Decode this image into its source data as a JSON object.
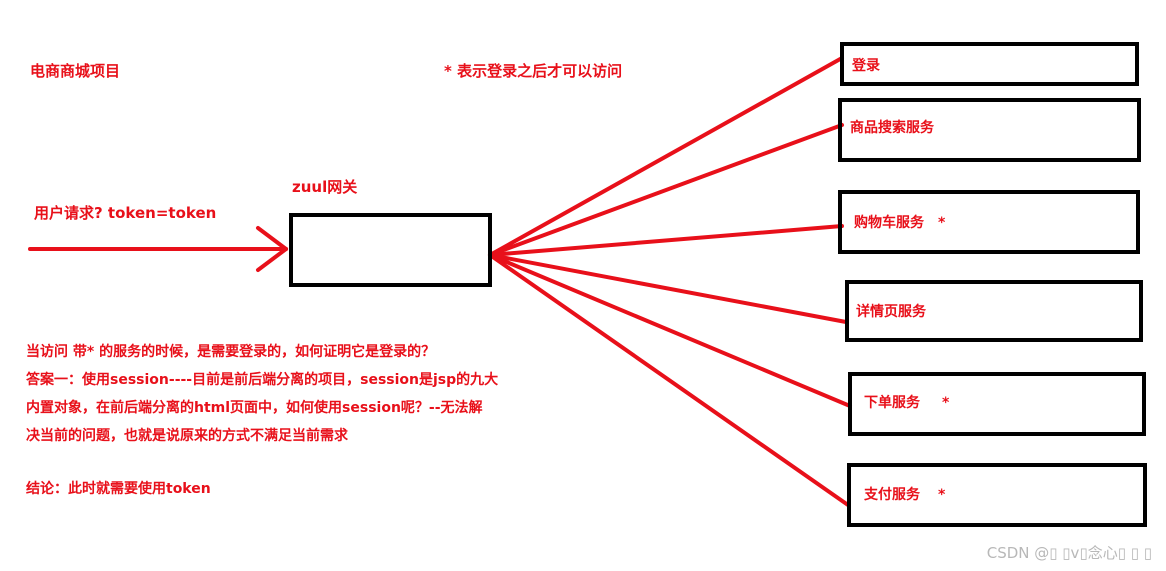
{
  "project_title": "电商商城项目",
  "legend_note": "* 表示登录之后才可以访问",
  "user_request": "用户请求? token=token",
  "gateway_label": "zuul网关",
  "services": [
    {
      "label": "登录",
      "star": ""
    },
    {
      "label": "商品搜索服务",
      "star": ""
    },
    {
      "label": "购物车服务",
      "star": "*"
    },
    {
      "label": "详情页服务",
      "star": ""
    },
    {
      "label": "下单服务",
      "star": "*"
    },
    {
      "label": "支付服务",
      "star": "*"
    }
  ],
  "explanation": {
    "question": "当访问 带* 的服务的时候，是需要登录的，如何证明它是登录的？",
    "answer_line1": "答案一：使用session----目前是前后端分离的项目，session是jsp的九大",
    "answer_line2": "内置对象，在前后端分离的html页面中，如何使用session呢？--无法解",
    "answer_line3": "决当前的问题，也就是说原来的方式不满足当前需求",
    "conclusion": "结论：此时就需要使用token"
  },
  "watermark": "CSDN @▯ ▯v▯念心▯ ▯ ▯",
  "colors": {
    "arrow": "#e8101a",
    "box_border": "#000000",
    "text": "#e8101a"
  }
}
